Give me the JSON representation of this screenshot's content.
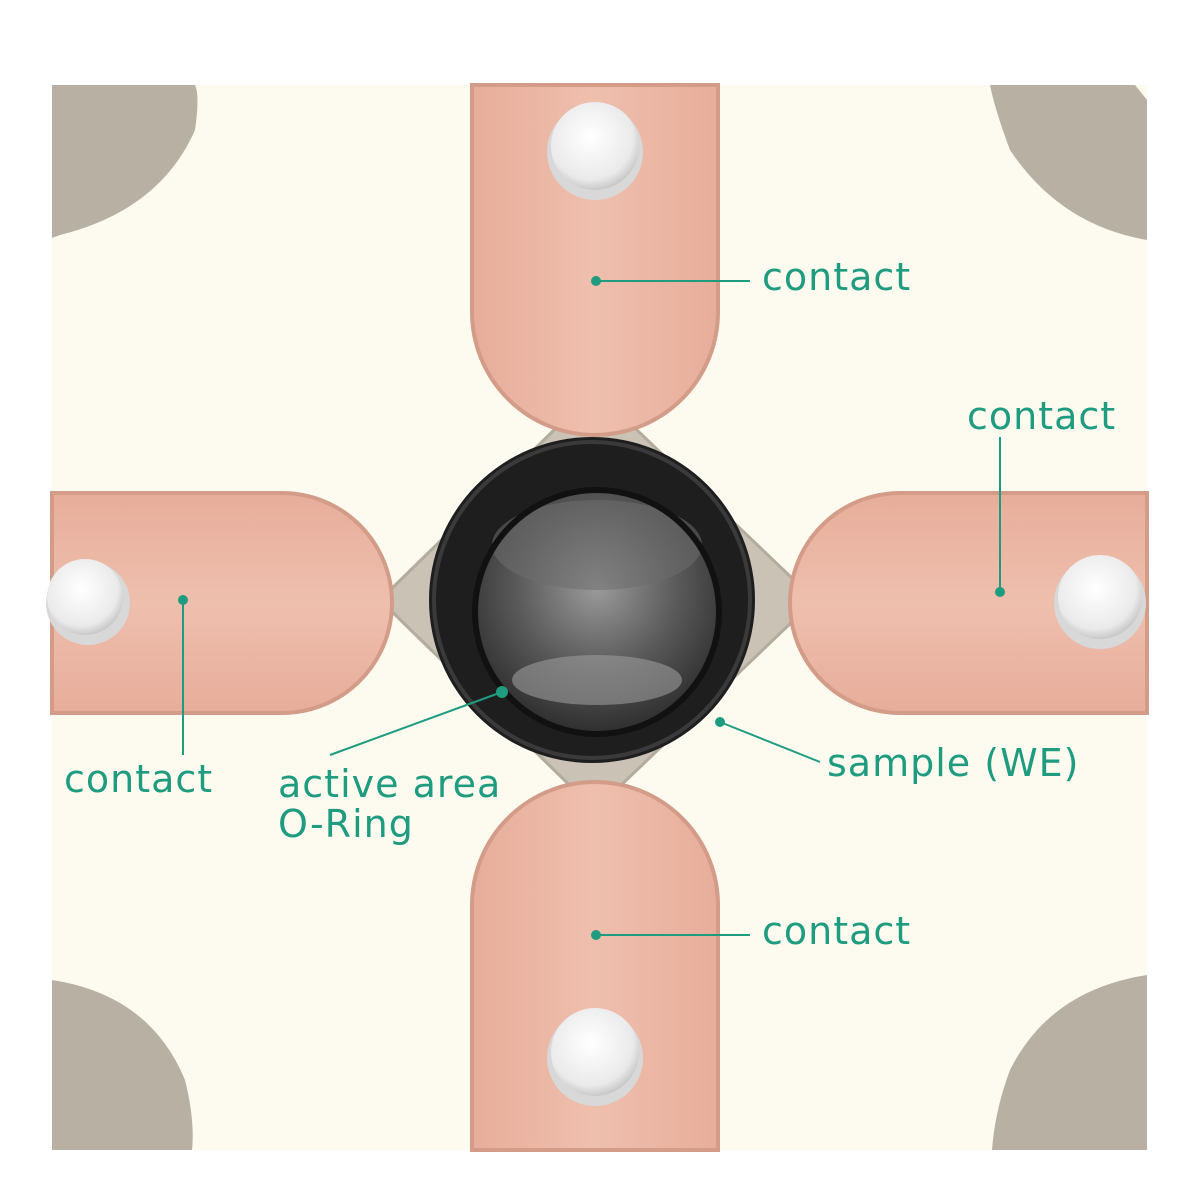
{
  "labels": {
    "contact_top": "contact",
    "contact_right": "contact",
    "contact_left": "contact",
    "contact_bottom": "contact",
    "sample": "sample (WE)",
    "active_area_line1": "active area",
    "active_area_line2": "O-Ring"
  },
  "colors": {
    "background": "#fdfbef",
    "copper": "#ebb6a4",
    "copper_edge": "#c99888",
    "sample_plate": "#c9c2b5",
    "corner_pad": "#b8b0a3",
    "oring": "#1f1f1f",
    "annotation": "#1f9c7f",
    "pin": "#f4f4f4"
  }
}
